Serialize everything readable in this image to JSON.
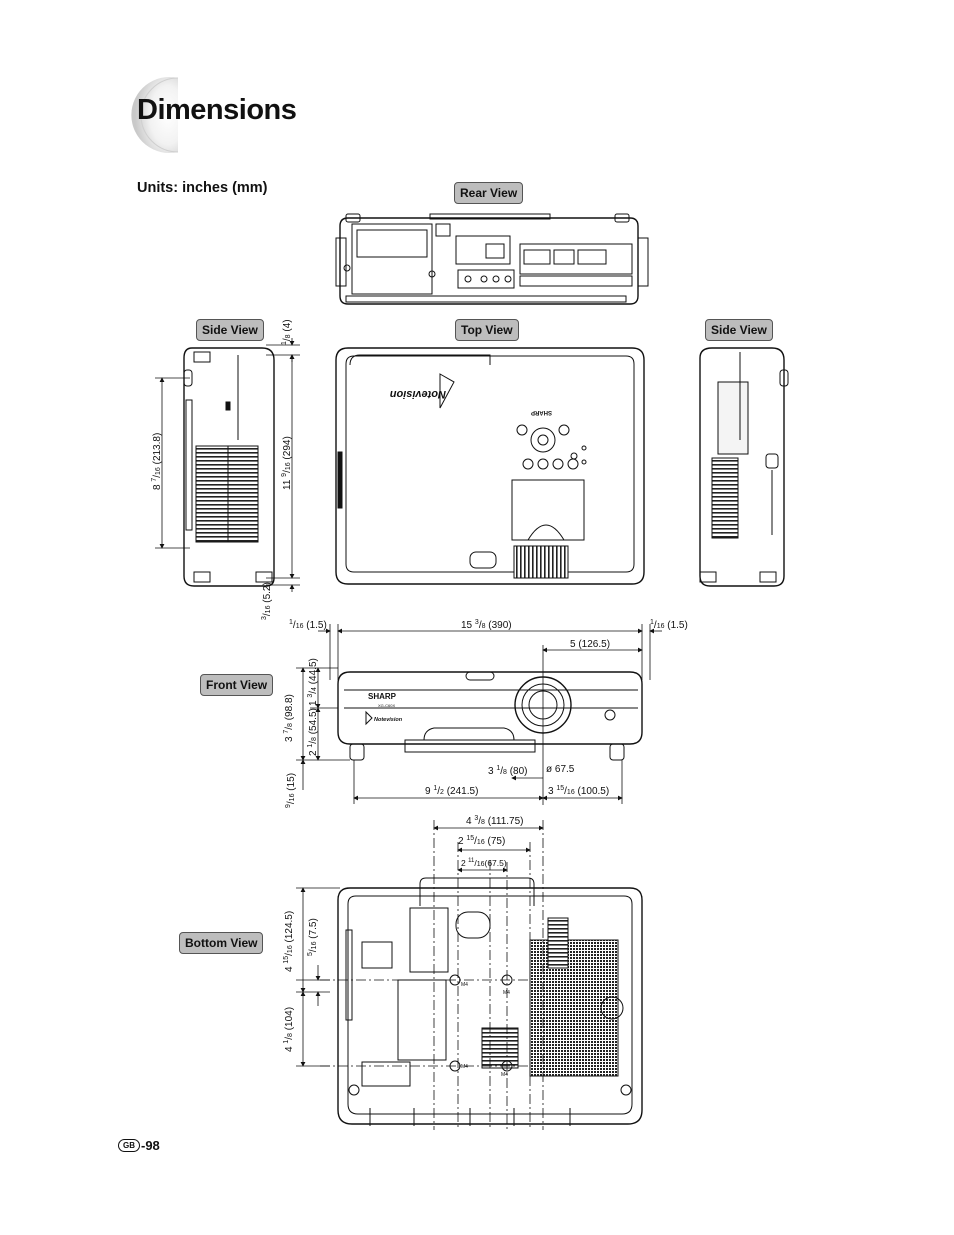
{
  "page": {
    "title": "Dimensions",
    "units": "Units: inches (mm)",
    "page_code": "GB",
    "page_number": "-98"
  },
  "views": {
    "rear": "Rear View",
    "side_left": "Side View",
    "top": "Top View",
    "side_right": "Side View",
    "front": "Front View",
    "bottom": "Bottom View"
  },
  "dimensions": {
    "side_a": {
      "whole": "",
      "num": "1",
      "den": "8",
      "mm": "(4)"
    },
    "side_b": {
      "whole": "11 ",
      "num": "9",
      "den": "16",
      "mm": "(294)"
    },
    "side_c": {
      "whole": "8 ",
      "num": "7",
      "den": "16",
      "mm": "(213.8)"
    },
    "side_d": {
      "whole": "",
      "num": "3",
      "den": "16",
      "mm": "(5.2)"
    },
    "front_left_gap": {
      "whole": "",
      "num": "1",
      "den": "16",
      "mm": "(1.5)"
    },
    "front_width": {
      "whole": "15 ",
      "num": "3",
      "den": "8",
      "mm": "(390)"
    },
    "front_right_gap": {
      "whole": "",
      "num": "1",
      "den": "16",
      "mm": "(1.5)"
    },
    "lens_offset": "5 (126.5)",
    "front_height": {
      "whole": "3 ",
      "num": "7",
      "den": "8",
      "mm": "(98.8)"
    },
    "front_upper": {
      "whole": "1 ",
      "num": "3",
      "den": "4",
      "mm": "(44.5)"
    },
    "front_lower": {
      "whole": "2 ",
      "num": "1",
      "den": "8",
      "mm": "(54.5)"
    },
    "front_feet": {
      "whole": "",
      "num": "9",
      "den": "16",
      "mm": "(15)"
    },
    "lens_center_height": {
      "whole": "3 ",
      "num": "1",
      "den": "8",
      "mm": "(80)"
    },
    "lens_diameter": "ø 67.5",
    "feet_span": {
      "whole": "9 ",
      "num": "1",
      "den": "2",
      "mm": "(241.5)"
    },
    "lens_right": {
      "whole": "3 ",
      "num": "15",
      "den": "16",
      "mm": "(100.5)"
    },
    "bottom_a": {
      "whole": "4 ",
      "num": "3",
      "den": "8",
      "mm": "(111.75)"
    },
    "bottom_b": {
      "whole": "2 ",
      "num": "15",
      "den": "16",
      "mm": "(75)"
    },
    "bottom_c": {
      "whole": "2 ",
      "num": "11",
      "den": "16",
      "mm": "(67.5)"
    },
    "bottom_d": {
      "whole": "4 ",
      "num": "15",
      "den": "16",
      "mm": "(124.5)"
    },
    "bottom_e": {
      "whole": "",
      "num": "5",
      "den": "16",
      "mm": "(7.5)"
    },
    "bottom_f": {
      "whole": "4 ",
      "num": "1",
      "den": "8",
      "mm": "(104)"
    }
  },
  "labels": {
    "brand": "SHARP",
    "series": "Notevision",
    "model": "XG-C60X",
    "mount_1": "M4",
    "mount_2": "M4",
    "mount_3": "M4",
    "mount_4": "M4"
  }
}
